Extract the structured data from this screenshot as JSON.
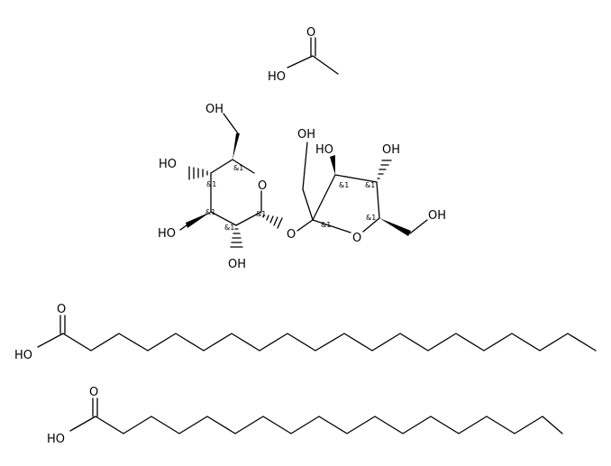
{
  "molecules": {
    "acetic_acid": {
      "ho": "HO",
      "o": "O"
    },
    "glucose": {
      "ho_ch2": "OH",
      "ho_c4": "HO",
      "ho_c3": "HO",
      "oh_c2": "OH",
      "ring_o": "O",
      "glyco_o": "O",
      "stereo_c5": "&1",
      "stereo_c4": "&1",
      "stereo_c3": "&1",
      "stereo_c2": "&1",
      "stereo_c1": "&1"
    },
    "fructose": {
      "oh_ch2_top": "OH",
      "oh_c3": "HO",
      "oh_c4": "OH",
      "oh_ch2_right": "OH",
      "ring_o": "O",
      "stereo_c2": "&1",
      "stereo_c3": "&1",
      "stereo_c4": "&1",
      "stereo_c5": "&1"
    },
    "acid_1": {
      "ho": "HO",
      "o": "O"
    },
    "acid_2": {
      "ho": "HO",
      "o": "O"
    }
  }
}
